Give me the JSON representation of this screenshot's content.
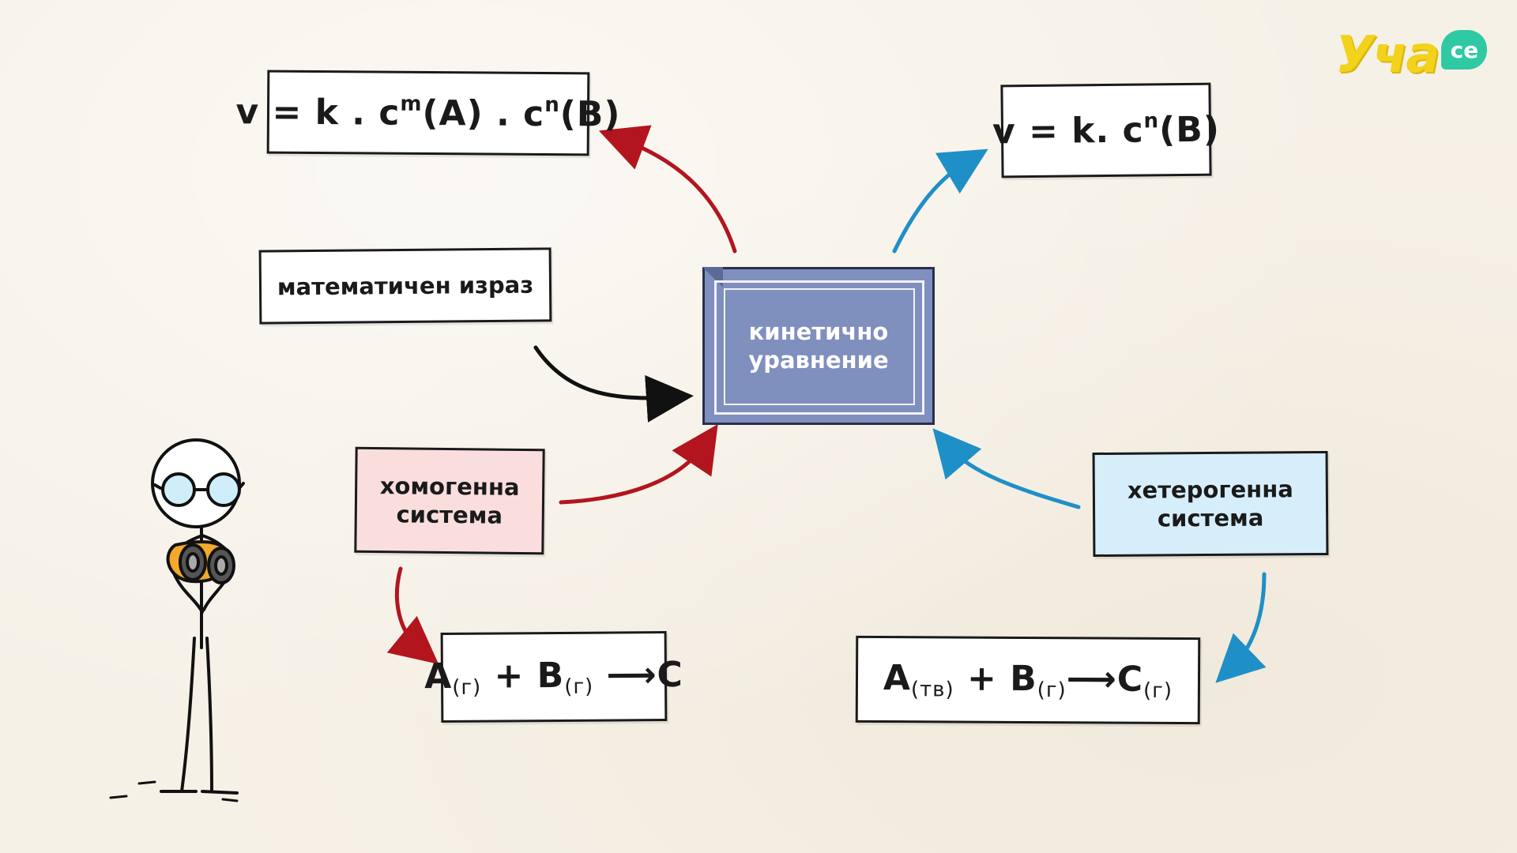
{
  "diagram": {
    "center": {
      "line1": "кинетично",
      "line2": "уравнение"
    },
    "nodes": {
      "formula_full": {
        "v": "v = k . c",
        "sup1": "m",
        "mid": "(A) . c",
        "sup2": "n",
        "tail": "(B)"
      },
      "formula_short": {
        "v": "v = k. c",
        "sup": "n",
        "tail": "(B)"
      },
      "math_expression": {
        "label": "математичен израз"
      },
      "homogeneous": {
        "line1": "хомогенна",
        "line2": "система"
      },
      "heterogeneous": {
        "line1": "хетерогенна",
        "line2": "система"
      },
      "reaction_homo": {
        "a": "A",
        "a_sub": "(г)",
        "plus": " + B",
        "b_sub": "(г)",
        "arrow": " ⟶",
        "product": "C"
      },
      "reaction_hetero": {
        "a": "A",
        "a_sub": "(тв)",
        "plus": " + B",
        "b_sub": "(г)",
        "arrow": "⟶",
        "product": "C",
        "c_sub": "(г)"
      }
    },
    "colors": {
      "red_arrow": "#b2151e",
      "blue_arrow": "#1f8fc7",
      "black_arrow": "#111111",
      "center_fill": "#7f8fbe",
      "homogeneous_fill": "#f9dedd",
      "heterogeneous_fill": "#d6eefa"
    }
  },
  "logo": {
    "text": "Уча",
    "badge": "се"
  }
}
